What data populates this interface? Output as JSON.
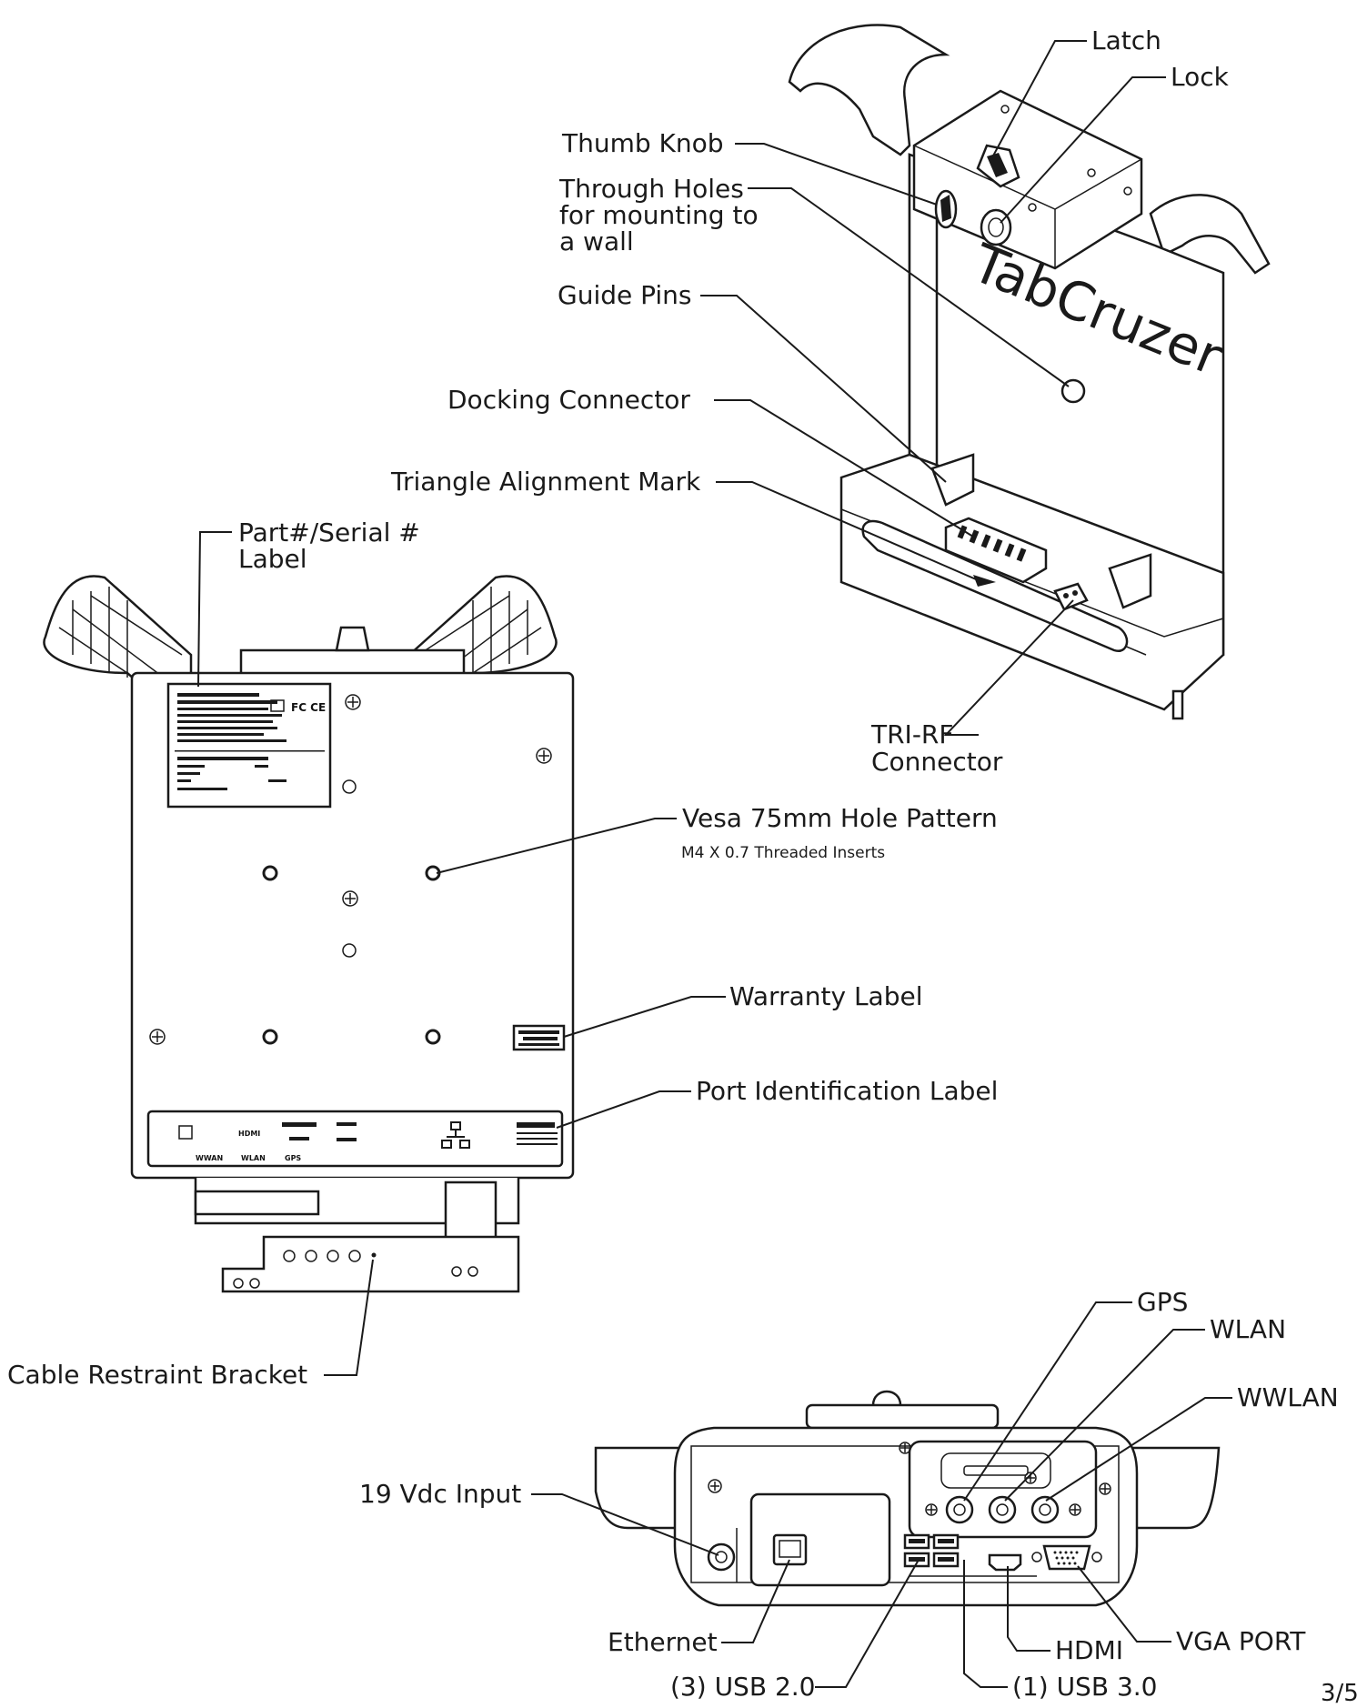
{
  "labels": {
    "latch": "Latch",
    "lock": "Lock",
    "thumb_knob": "Thumb Knob",
    "through_holes_1": "Through Holes",
    "through_holes_2": "for mounting to",
    "through_holes_3": "a wall",
    "guide_pins": "Guide Pins",
    "docking_connector": "Docking Connector",
    "triangle_alignment_mark": "Triangle Alignment Mark",
    "part_serial_1": "Part#/Serial #",
    "part_serial_2": "Label",
    "tri_rf_1": "TRI-RF",
    "tri_rf_2": "Connector",
    "vesa_1": "Vesa 75mm Hole Pattern",
    "vesa_2": "M4 X 0.7 Threaded Inserts",
    "warranty_label": "Warranty Label",
    "port_identification_label": "Port Identification Label",
    "cable_restraint_bracket": "Cable Restraint Bracket",
    "gps": "GPS",
    "wlan": "WLAN",
    "wwlan": "WWLAN",
    "vdc_input": "19 Vdc Input",
    "ethernet": "Ethernet",
    "usb2": "(3) USB 2.0",
    "usb3": "(1) USB 3.0",
    "hdmi": "HDMI",
    "vga_port": "VGA PORT"
  },
  "device_markings": {
    "logo": "TabCruzer",
    "port_label_hdmi": "HDMI",
    "port_label_wwan": "WWAN",
    "port_label_wlan": "WLAN",
    "port_label_gps": "GPS",
    "cert_marks": "FC CE"
  },
  "page_number": "3/5"
}
